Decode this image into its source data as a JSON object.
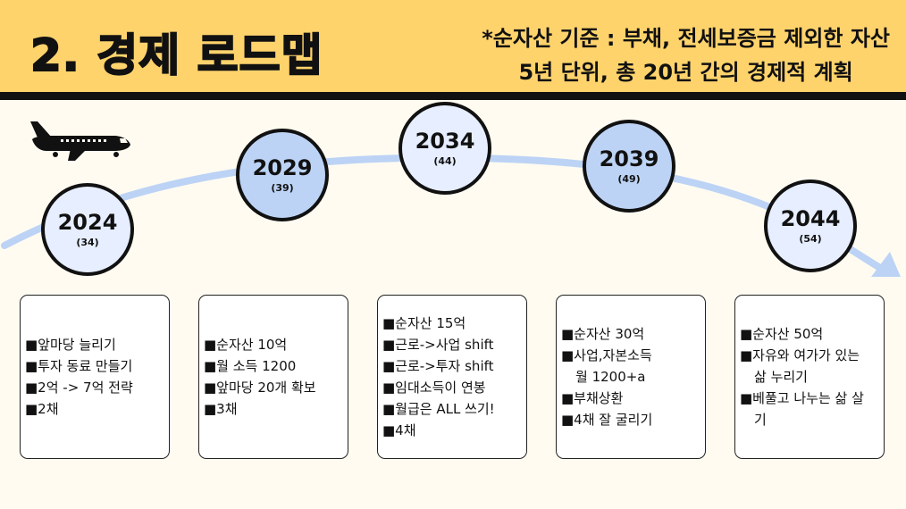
{
  "header": {
    "title": "2. 경제 로드맵",
    "note_line1": "*순자산 기준 : 부채, 전세보증금 제외한 자산",
    "note_line2": "5년 단위, 총 20년 간의 경제적 계획"
  },
  "colors": {
    "header_bg": "#FFD36C",
    "page_bg": "#FFFBF1",
    "curve": "#BCD3F5",
    "circle_dark": "#BCD3F5",
    "circle_light": "#E6EEFF"
  },
  "milestones": [
    {
      "year": "2024",
      "age": "(34)",
      "lines": [
        {
          "text": "■앞마당 늘리기"
        },
        {
          "text": "■투자 동료 만들기"
        },
        {
          "text": "■2억 -> 7억 전략"
        },
        {
          "text": "■2채"
        }
      ]
    },
    {
      "year": "2029",
      "age": "(39)",
      "lines": [
        {
          "text": "■순자산 10억"
        },
        {
          "text": "■월 소득 1200"
        },
        {
          "text": "■앞마당 20개 확보"
        },
        {
          "text": "■3채"
        }
      ]
    },
    {
      "year": "2034",
      "age": "(44)",
      "lines": [
        {
          "text": "■순자산 15억"
        },
        {
          "text": "■근로->사업 shift"
        },
        {
          "text": "■근로->투자 shift"
        },
        {
          "text": "■임대소득이 연봉"
        },
        {
          "text": "■월급은 ALL 쓰기!"
        },
        {
          "text": "■4채"
        }
      ]
    },
    {
      "year": "2039",
      "age": "(49)",
      "lines": [
        {
          "text": "■순자산 30억"
        },
        {
          "text": "■사업,자본소득"
        },
        {
          "text": "월 1200+a",
          "cont": true
        },
        {
          "text": "■부채상환"
        },
        {
          "text": "■4채 잘 굴리기"
        }
      ]
    },
    {
      "year": "2044",
      "age": "(54)",
      "lines": [
        {
          "text": "■순자산 50억"
        },
        {
          "text": "■자유와 여가가 있는"
        },
        {
          "text": "삶 누리기",
          "cont": true
        },
        {
          "text": "■베풀고 나누는 삶 살"
        },
        {
          "text": "기",
          "cont": true
        }
      ]
    }
  ]
}
